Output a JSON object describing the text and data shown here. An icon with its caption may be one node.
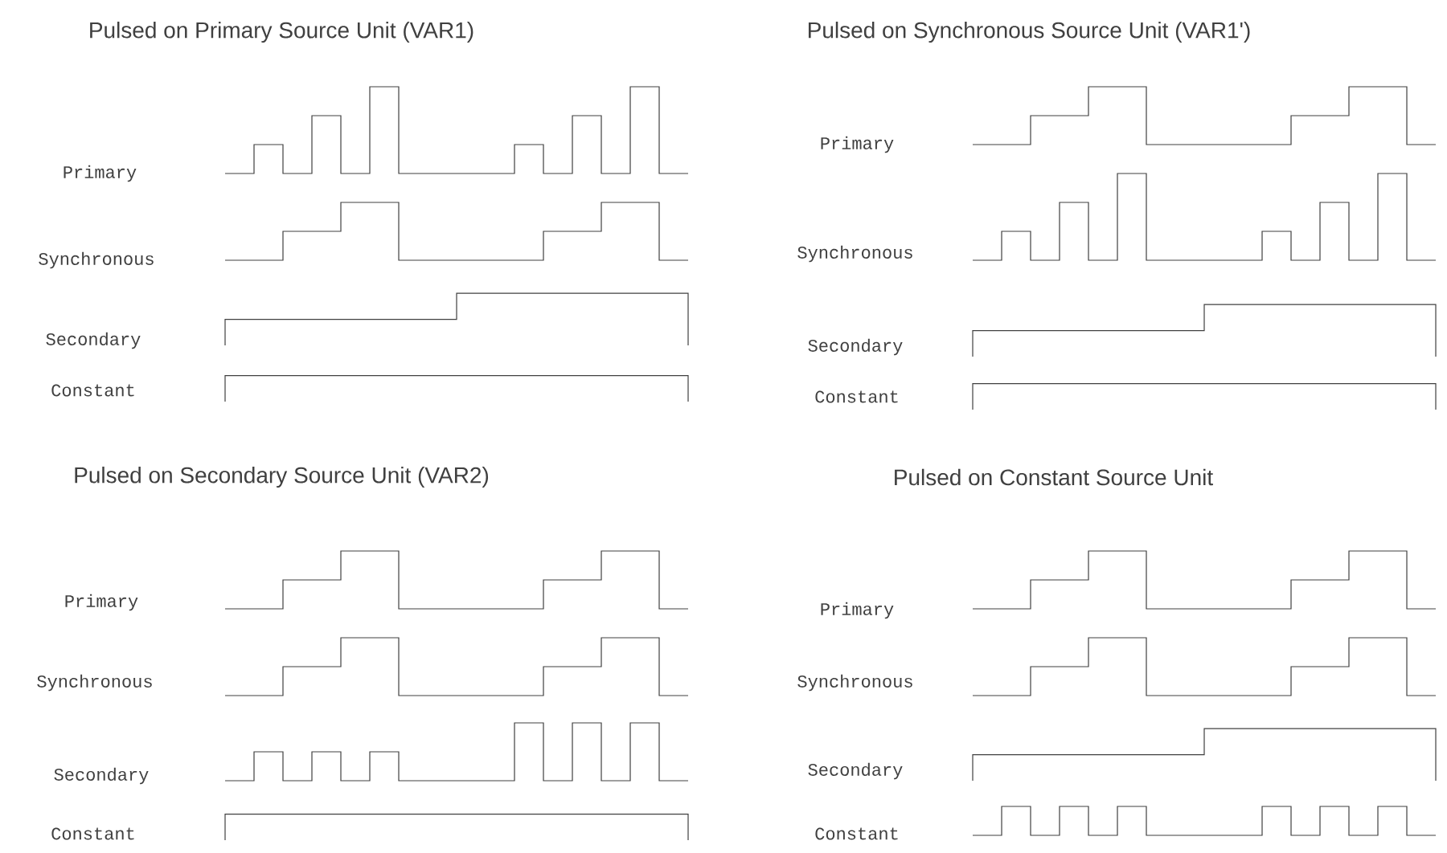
{
  "diagram": {
    "labels": [
      "Pulsed on Primary Source Unit (VAR1)",
      "Primary",
      "Synchronous",
      "Secondary",
      "Constant",
      "Pulsed on Synchronous Source Unit (VAR1')",
      "Primary",
      "Synchronous",
      "Secondary",
      "Constant",
      "Pulsed on Secondary Source Unit (VAR2)",
      "Primary",
      "Synchronous",
      "Secondary",
      "Constant",
      "Pulsed on Constant Source Unit",
      "Primary",
      "Synchronous",
      "Secondary",
      "Constant"
    ]
  }
}
